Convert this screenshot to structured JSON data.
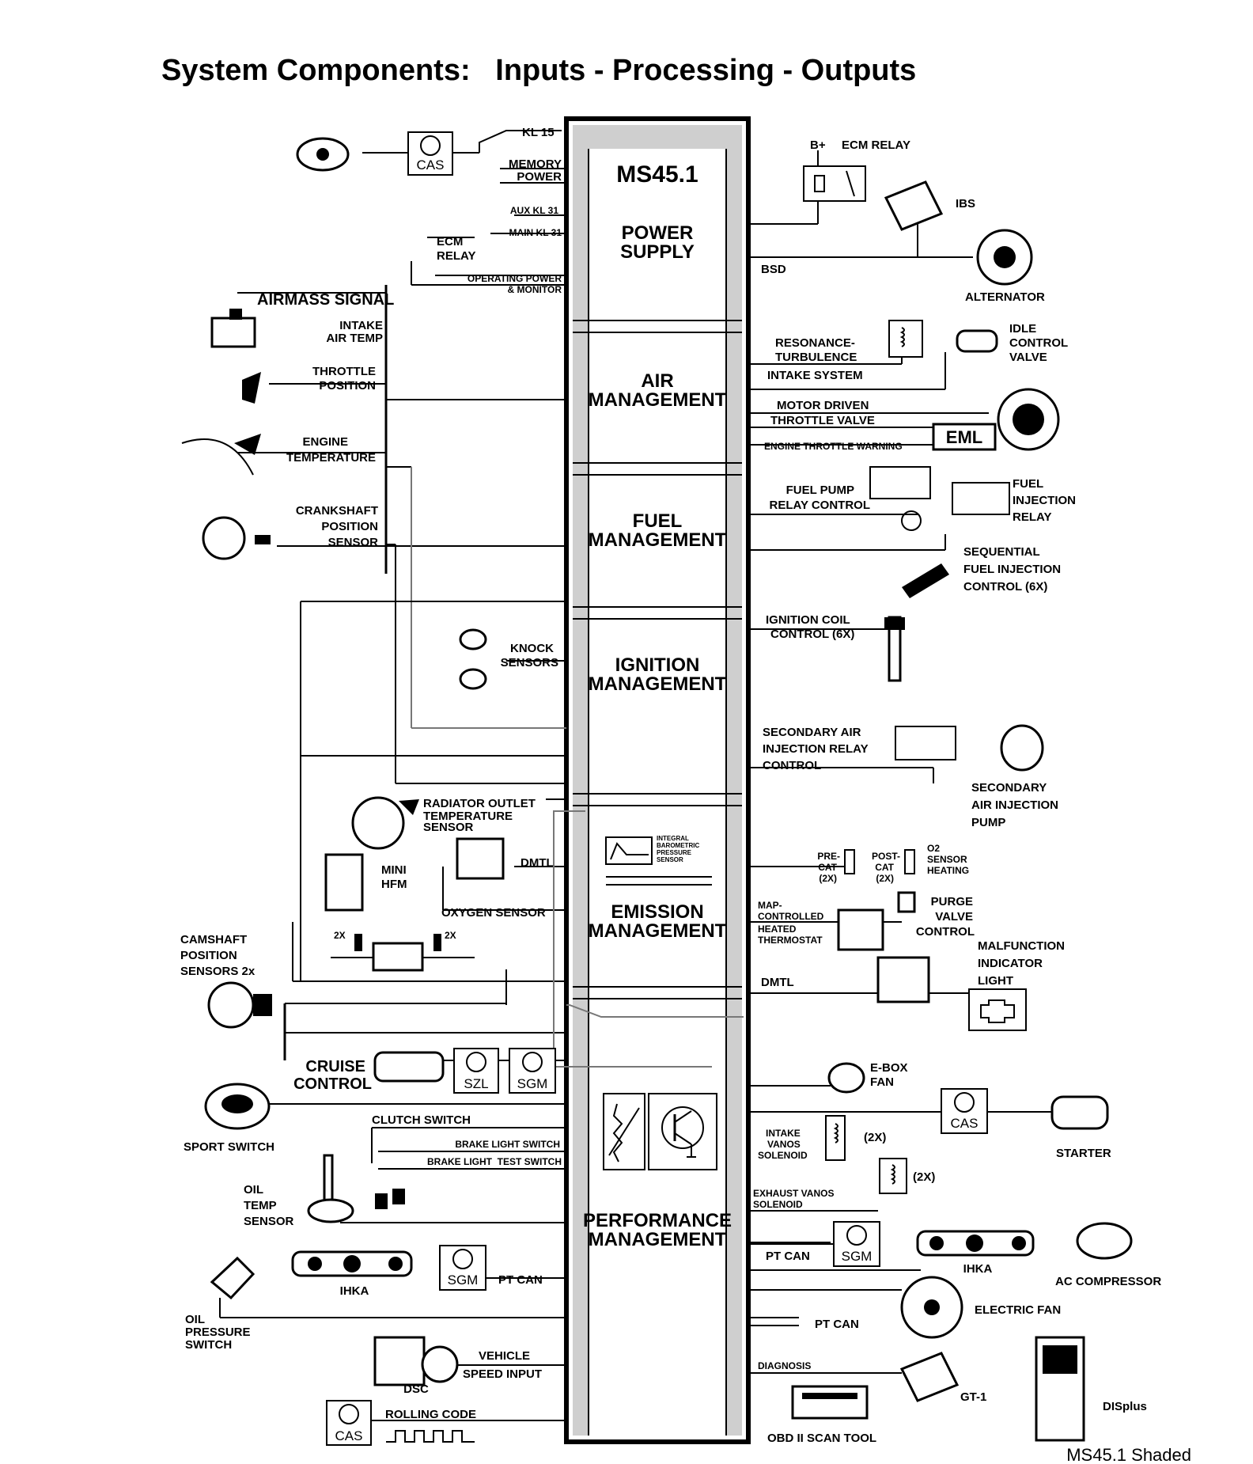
{
  "title": "System Components:   Inputs - Processing - Outputs",
  "footer": "MS45.1 Shaded",
  "ecu": {
    "name": "MS45.1",
    "sections": [
      {
        "id": "power",
        "label": [
          "POWER",
          "SUPPLY"
        ]
      },
      {
        "id": "air",
        "label": [
          "AIR",
          "MANAGEMENT"
        ]
      },
      {
        "id": "fuel",
        "label": [
          "FUEL",
          "MANAGEMENT"
        ]
      },
      {
        "id": "ignition",
        "label": [
          "IGNITION",
          "MANAGEMENT"
        ]
      },
      {
        "id": "emission",
        "label": [
          "EMISSION",
          "MANAGEMENT"
        ]
      },
      {
        "id": "performance",
        "label": [
          "PERFORMANCE",
          "MANAGEMENT"
        ]
      }
    ],
    "baro_sensor_label": [
      "INTEGRAL",
      "BAROMETRIC",
      "PRESSURE",
      "SENSOR"
    ]
  },
  "inputs": {
    "cas_top": "CAS",
    "kl15": "KL 15",
    "memory_power": [
      "MEMORY",
      "POWER"
    ],
    "aux_kl31": "AUX KL 31",
    "main_kl31": "MAIN KL 31",
    "ecm_relay": [
      "ECM",
      "RELAY"
    ],
    "operating_power": [
      "OPERATING POWER",
      "& MONITOR"
    ],
    "airmass_signal": "AIRMASS SIGNAL",
    "intake_air_temp": [
      "INTAKE",
      "AIR TEMP"
    ],
    "throttle_position": [
      "THROTTLE",
      "POSITION"
    ],
    "engine_temperature": [
      "ENGINE",
      "TEMPERATURE"
    ],
    "crankshaft_sensor": [
      "CRANKSHAFT",
      "POSITION",
      "SENSOR"
    ],
    "knock_sensors": [
      "KNOCK",
      "SENSORS"
    ],
    "radiator_outlet": [
      "RADIATOR OUTLET",
      "TEMPERATURE",
      "SENSOR"
    ],
    "mini_hfm": [
      "MINI",
      "HFM"
    ],
    "dmtl_left": "DMTL",
    "oxygen_sensor": "OXYGEN SENSOR",
    "oxygen_2x_a": "2X",
    "oxygen_2x_b": "2X",
    "camshaft_sensors": [
      "CAMSHAFT",
      "POSITION",
      "SENSORS 2x"
    ],
    "cruise_control": [
      "CRUISE",
      "CONTROL"
    ],
    "szl": "SZL",
    "sgm_cruise": "SGM",
    "sport_switch": "SPORT SWITCH",
    "clutch_switch": "CLUTCH SWITCH",
    "brake_light_switch": "BRAKE LIGHT SWITCH",
    "brake_light_test": "BRAKE LIGHT  TEST SWITCH",
    "oil_temp_sensor": [
      "OIL",
      "TEMP",
      "SENSOR"
    ],
    "ihka_left": "IHKA",
    "sgm_left": "SGM",
    "pt_can_left": "PT CAN",
    "oil_pressure_switch": [
      "OIL",
      "PRESSURE",
      "SWITCH"
    ],
    "vehicle_speed": [
      "VEHICLE",
      "SPEED INPUT"
    ],
    "dsc": "DSC",
    "rolling_code": "ROLLING CODE",
    "cas_bottom": "CAS"
  },
  "outputs": {
    "b_plus": "B+",
    "ecm_relay": "ECM RELAY",
    "ibs": "IBS",
    "bsd": "BSD",
    "alternator": "ALTERNATOR",
    "resonance": [
      "RESONANCE-",
      "TURBULENCE"
    ],
    "intake_system": "INTAKE SYSTEM",
    "idle_control": [
      "IDLE",
      "CONTROL",
      "VALVE"
    ],
    "motor_throttle": [
      "MOTOR DRIVEN",
      "THROTTLE VALVE"
    ],
    "engine_throttle_warning": "ENGINE THROTTLE WARNING",
    "eml": "EML",
    "fuel_pump_relay": [
      "FUEL PUMP",
      "RELAY CONTROL"
    ],
    "fuel_injection_relay": [
      "FUEL",
      "INJECTION",
      "RELAY"
    ],
    "sequential_injection": [
      "SEQUENTIAL",
      "FUEL INJECTION",
      "CONTROL (6X)"
    ],
    "ignition_coil": [
      "IGNITION COIL",
      "CONTROL (6X)"
    ],
    "secondary_air_relay": [
      "SECONDARY AIR",
      "INJECTION RELAY",
      "CONTROL"
    ],
    "secondary_air_pump": [
      "SECONDARY",
      "AIR INJECTION",
      "PUMP"
    ],
    "pre_cat": [
      "PRE-",
      "CAT",
      "(2X)"
    ],
    "post_cat": [
      "POST-",
      "CAT",
      "(2X)"
    ],
    "o2_heating": [
      "O2",
      "SENSOR",
      "HEATING"
    ],
    "map_thermostat": [
      "MAP-",
      "CONTROLLED",
      "HEATED",
      "THERMOSTAT"
    ],
    "purge_valve": [
      "PURGE",
      "VALVE",
      "CONTROL"
    ],
    "dmtl_right": "DMTL",
    "mil": [
      "MALFUNCTION",
      "INDICATOR",
      "LIGHT"
    ],
    "ebox_fan": [
      "E-BOX",
      "FAN"
    ],
    "cas_starter": "CAS",
    "starter": "STARTER",
    "intake_vanos": [
      "INTAKE",
      "VANOS",
      "SOLENOID"
    ],
    "intake_vanos_2x": "(2X)",
    "exhaust_vanos": [
      "EXHAUST  VANOS",
      "SOLENOID"
    ],
    "exhaust_vanos_2x": "(2X)",
    "pt_can_right": "PT CAN",
    "sgm_right": "SGM",
    "ihka_right": "IHKA",
    "ac_compressor": "AC COMPRESSOR",
    "electric_fan": "ELECTRIC FAN",
    "pt_can_bottom": "PT CAN",
    "diagnosis": "DIAGNOSIS",
    "gt1": "GT-1",
    "displus": "DISplus",
    "obd_tool": "OBD II SCAN TOOL"
  }
}
